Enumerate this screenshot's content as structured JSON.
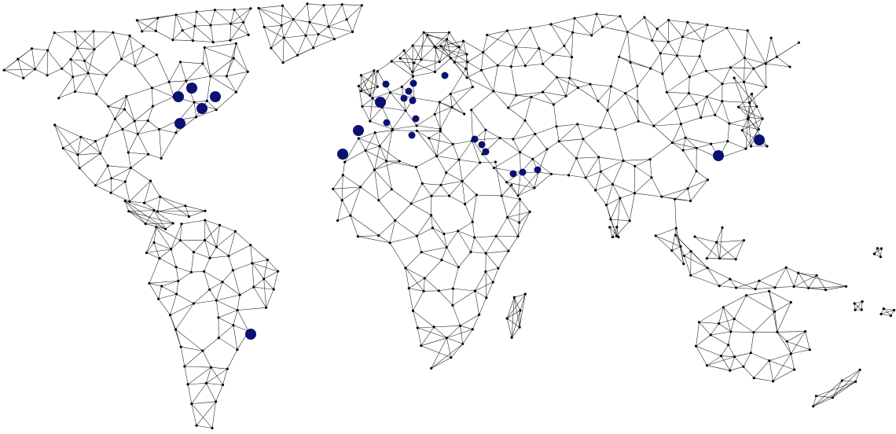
{
  "map": {
    "style": "low-poly triangulated world map",
    "background_color": "#ffffff",
    "mesh_line_color": "#1a1a1a",
    "mesh_node_color": "#000000",
    "marker_color": "#0a1172"
  },
  "markers": [
    {
      "region": "north-america",
      "size": "large"
    },
    {
      "region": "north-america",
      "size": "large"
    },
    {
      "region": "north-america",
      "size": "large"
    },
    {
      "region": "north-america",
      "size": "large"
    },
    {
      "region": "north-america",
      "size": "large"
    },
    {
      "region": "south-america",
      "size": "large"
    },
    {
      "region": "europe",
      "size": "large"
    },
    {
      "region": "europe",
      "size": "small"
    },
    {
      "region": "europe",
      "size": "small"
    },
    {
      "region": "europe",
      "size": "small"
    },
    {
      "region": "europe",
      "size": "small"
    },
    {
      "region": "europe",
      "size": "small"
    },
    {
      "region": "europe",
      "size": "small"
    },
    {
      "region": "europe",
      "size": "small"
    },
    {
      "region": "europe",
      "size": "small"
    },
    {
      "region": "europe",
      "size": "small"
    },
    {
      "region": "europe",
      "size": "large"
    },
    {
      "region": "africa",
      "size": "large"
    },
    {
      "region": "middle-east",
      "size": "small"
    },
    {
      "region": "middle-east",
      "size": "small"
    },
    {
      "region": "middle-east",
      "size": "small"
    },
    {
      "region": "middle-east",
      "size": "small"
    },
    {
      "region": "middle-east",
      "size": "small"
    },
    {
      "region": "middle-east",
      "size": "small"
    },
    {
      "region": "asia",
      "size": "large"
    },
    {
      "region": "asia",
      "size": "large"
    }
  ]
}
